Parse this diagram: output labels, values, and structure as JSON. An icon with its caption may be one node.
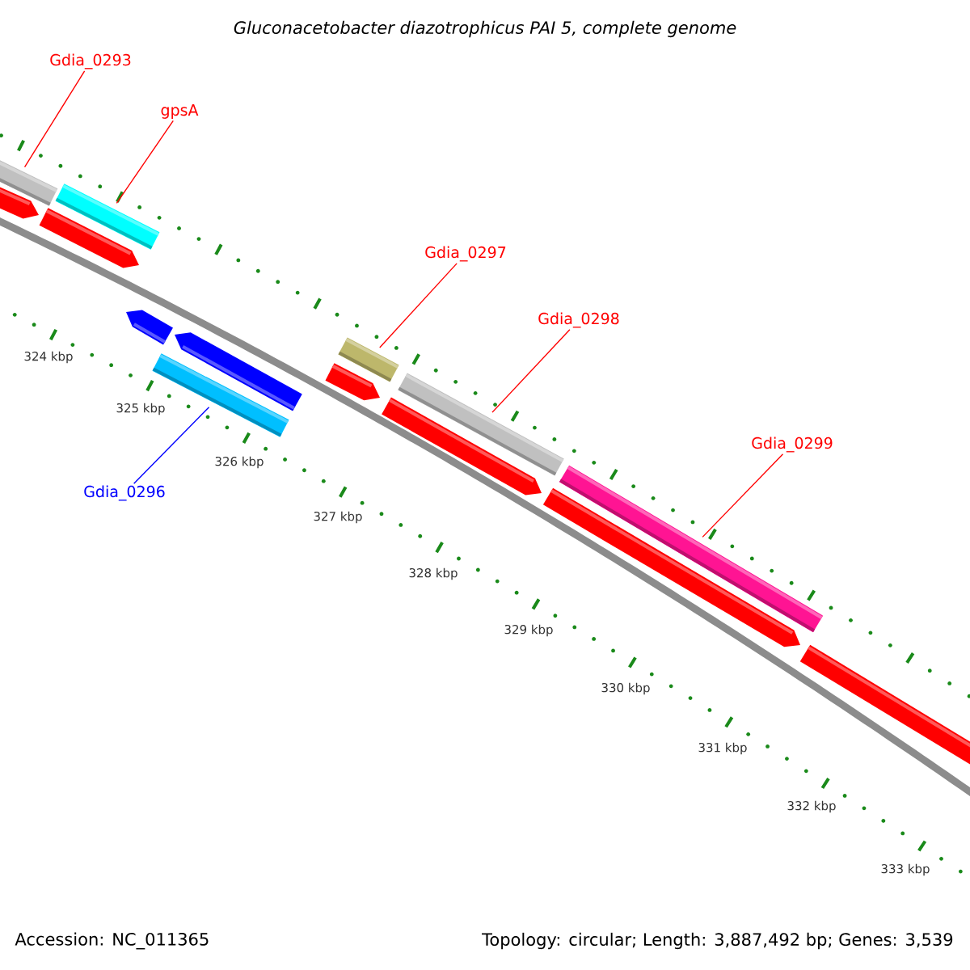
{
  "diagram": {
    "title": "Gluconacetobacter diazotrophicus PAI 5, complete genome",
    "nodes": [
      {
        "text": [
          "Gdia_0293"
        ]
      },
      {
        "text": [
          "gpsA"
        ]
      },
      {
        "text": [
          "Gdia_0297"
        ]
      },
      {
        "text": [
          "Gdia_0298"
        ]
      },
      {
        "text": [
          "Gdia_0299"
        ]
      },
      {
        "text": [
          "Gdia_0296"
        ]
      },
      {
        "text": [],
        "shape": "bar"
      },
      {
        "text": [],
        "shape": "bar"
      },
      {
        "text": [],
        "shape": "bar"
      },
      {
        "text": [],
        "shape": "bar"
      },
      {
        "text": [],
        "shape": "bar"
      },
      {
        "text": [],
        "shape": "bar"
      }
    ],
    "edges": [
      {
        "from": 0,
        "to": 6,
        "arrow": "none"
      },
      {
        "from": 1,
        "to": 7,
        "arrow": "none"
      },
      {
        "from": 2,
        "to": 9,
        "arrow": "none"
      },
      {
        "from": 3,
        "to": 10,
        "arrow": "none"
      },
      {
        "from": 4,
        "to": 11,
        "arrow": "none"
      },
      {
        "from": 5,
        "to": 8,
        "arrow": "none",
        "color": "#0000ff"
      }
    ],
    "labels": [
      "324 kbp",
      "325 kbp",
      "326 kbp",
      "327 kbp",
      "328 kbp",
      "329 kbp",
      "330 kbp",
      "331 kbp",
      "332 kbp",
      "333 kbp",
      "Accession: NC_011365",
      "Topology: circular; Length: 3,887,492 bp; Genes: 3,539"
    ]
  }
}
